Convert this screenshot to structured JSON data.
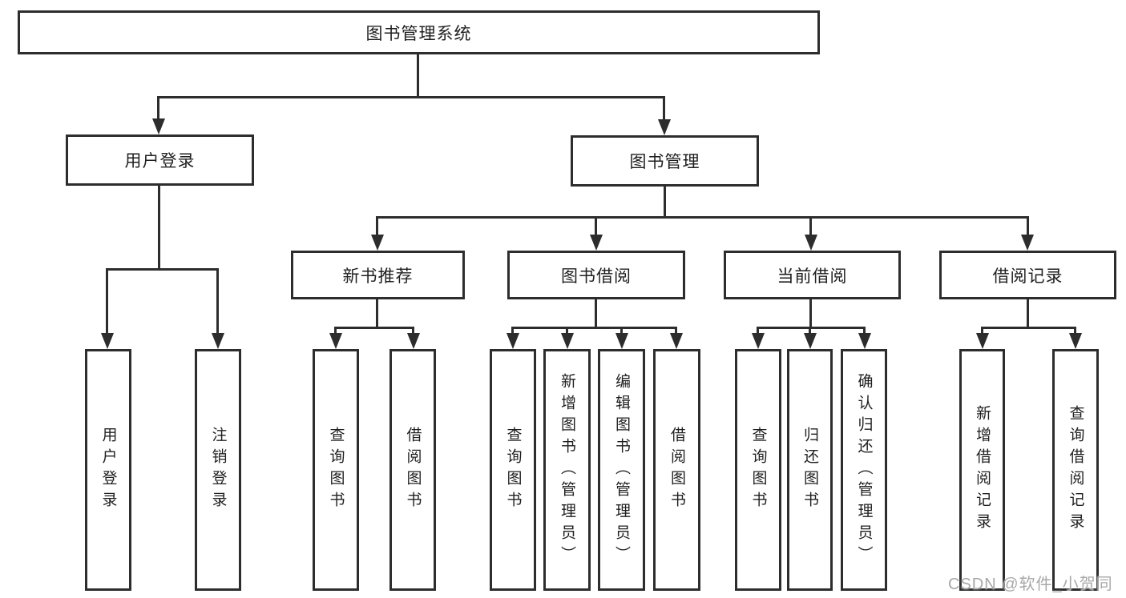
{
  "diagram": {
    "root": "图书管理系统",
    "level2": {
      "user_login": "用户登录",
      "book_mgmt": "图书管理"
    },
    "level3": {
      "new_rec": "新书推荐",
      "borrow": "图书借阅",
      "current": "当前借阅",
      "records": "借阅记录"
    },
    "leaves": {
      "user_login": [
        "用户登录",
        "注销登录"
      ],
      "new_rec": [
        "查询图书",
        "借阅图书"
      ],
      "borrow": [
        "查询图书",
        "新增图书（管理员）",
        "编辑图书（管理员）",
        "借阅图书"
      ],
      "current": [
        "查询图书",
        "归还图书",
        "确认归还（管理员）"
      ],
      "records": [
        "新增借阅记录",
        "查询借阅记录"
      ]
    }
  },
  "watermark": "CSDN @软件_小贺同学",
  "colors": {
    "line": "#2d2d2d",
    "text": "#1f1f1f",
    "watermark": "#a8a8a8",
    "background": "#ffffff"
  }
}
